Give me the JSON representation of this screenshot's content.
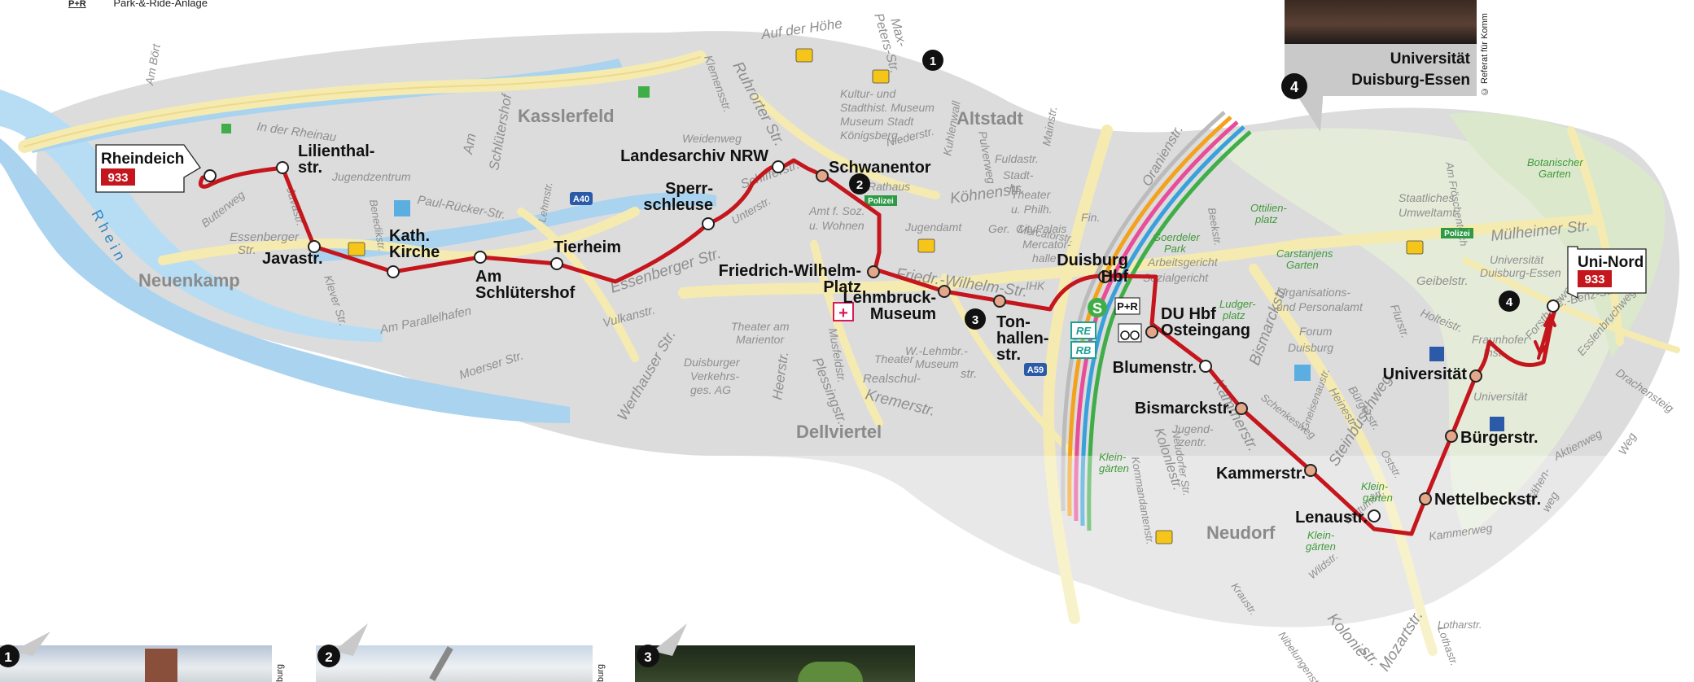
{
  "legend": {
    "icon": "P+R",
    "label": "Park-&-Ride-Anlage"
  },
  "line": {
    "number": "933",
    "color": "#c4161c"
  },
  "terminals": [
    {
      "name": "Rheindeich",
      "badge": "933"
    },
    {
      "name": "Uni-Nord",
      "badge": "933"
    }
  ],
  "stations": [
    {
      "lines": [
        "Lilienthal-",
        "str."
      ]
    },
    {
      "lines": [
        "Javastr."
      ]
    },
    {
      "lines": [
        "Kath.",
        "Kirche"
      ]
    },
    {
      "lines": [
        "Am",
        "Schlütershof"
      ]
    },
    {
      "lines": [
        "Tierheim"
      ]
    },
    {
      "lines": [
        "Sperr-",
        "schleuse"
      ]
    },
    {
      "lines": [
        "Landesarchiv NRW"
      ]
    },
    {
      "lines": [
        "Schwanentor"
      ]
    },
    {
      "lines": [
        "Friedrich-Wilhelm-",
        "Platz"
      ]
    },
    {
      "lines": [
        "Lehmbruck-",
        "Museum"
      ]
    },
    {
      "lines": [
        "Ton-",
        "hallen-",
        "str."
      ]
    },
    {
      "lines": [
        "Duisburg",
        "Hbf"
      ]
    },
    {
      "lines": [
        "DU Hbf",
        "Osteingang"
      ]
    },
    {
      "lines": [
        "Blumenstr."
      ]
    },
    {
      "lines": [
        "Bismarckstr."
      ]
    },
    {
      "lines": [
        "Kammerstr."
      ]
    },
    {
      "lines": [
        "Lenaustr."
      ]
    },
    {
      "lines": [
        "Nettelbeckstr."
      ]
    },
    {
      "lines": [
        "Bürgerstr."
      ]
    },
    {
      "lines": [
        "Universität"
      ]
    }
  ],
  "districts": [
    "Kasslerfeld",
    "Altstadt",
    "Neuenkamp",
    "Dellviertel",
    "Neudorf"
  ],
  "river": "Rhein",
  "streets": [
    "Auf der Höhe",
    "Max-",
    "Peters-Str.",
    "Ruhrorter Str.",
    "Klemensstr.",
    "Am Bört",
    "In der Rheinau",
    "Am",
    "Schlütershof",
    "Weidenweg",
    "Paul-Rücker-Str.",
    "Butterweg",
    "Javastr.",
    "Essenberger",
    "Str.",
    "Benedikstr.",
    "Lehmstr.",
    "Klever Str.",
    "Am Parallelhafen",
    "Essenberger Str.",
    "Moerser Str.",
    "Vulkanstr.",
    "Werthauser Str.",
    "Heerstr.",
    "Plessingstr.",
    "Musfeldstr.",
    "Schifferstr.",
    "Unterstr.",
    "Niederstr.",
    "Pulverweg",
    "Kuhlenwall",
    "Fuldastr.",
    "Stadt-",
    "hs.",
    "Mainstr.",
    "Köhnenstr.",
    "Friedr.-Wilhelm-Str.",
    "Realschul-",
    "str.",
    "Kremerstr.",
    "Oranienstr.",
    "Arbeitsgericht",
    "Sozialgericht",
    "Beekstr.",
    "Mercatorstr.",
    "Organisations-",
    "und Personalamt",
    "Forum",
    "Duisburg",
    "Bismarckstr.",
    "Kammerstr.",
    "Schenkesweg",
    "Steinbuschweg",
    "Heinestr.",
    "Bürgerstr.",
    "Flurstr.",
    "Neudorfer Str.",
    "Kolonlestr.",
    "Kommandantenstr.",
    "Gneisenaustr.",
    "Oststr.",
    "Kortumstr.",
    "Wildstr.",
    "Kolonie-",
    "str.",
    "Mozartstr.",
    "Nibelungenstr.",
    "Kraustr.",
    "Lothastr.",
    "Geibelstr.",
    "Holteistr.",
    "Mülheimer Str.",
    "Am Fröschenteich",
    "Lotharstr.",
    "Forsthausweg",
    "Esslenbruchweg",
    "Drachensteig",
    "Kammerweg",
    "Krähen-",
    "weg",
    "Aktienweg",
    "C.-Benz-Str.",
    "Weg"
  ],
  "pois": [
    "Kultur- und",
    "Stadthist. Museum",
    "Museum Stadt",
    "Königsberg",
    "Rathaus",
    "Amt f. Soz.",
    "u. Wohnen",
    "Jugendamt",
    "Theater",
    "u. Philh.",
    "Ger.",
    "CityPalais",
    "Mercator-",
    "halle",
    "Jugendzentrum",
    "IHK",
    "Theater",
    "W.-Lehmbr.-",
    "Museum",
    "Theater am",
    "Marientor",
    "Duisburger",
    "Verkehrs-",
    "ges. AG",
    "Staatliches",
    "Umweltamt",
    "Universität",
    "Duisburg-Essen",
    "Fraunhofer",
    "Inst.",
    "Universität",
    "Jugend-",
    "zentr.",
    "Fin."
  ],
  "greens": [
    "Goerdeler",
    "Park",
    "Ottilien-",
    "platz",
    "Carstanjens",
    "Garten",
    "Ludger-",
    "platz",
    "Botanischer",
    "Garten",
    "Klein-",
    "gärten",
    "Klein-",
    "gärten",
    "Klein-",
    "gärten"
  ],
  "highway_shields": [
    "A40",
    "A59"
  ],
  "police": "Polizei",
  "rail_badges": [
    "S",
    "P+R",
    "RE",
    "RB"
  ],
  "markers": [
    "1",
    "2",
    "3",
    "4",
    "4"
  ],
  "photo_caption": {
    "lines": [
      "Universität",
      "Duisburg-Essen"
    ],
    "marker": "4"
  },
  "photo_credit": "© Referat für Komm",
  "bottom_photos": [
    {
      "marker": "1",
      "credit": "burg"
    },
    {
      "marker": "2",
      "credit": "burg"
    },
    {
      "marker": "3",
      "credit": ""
    }
  ]
}
